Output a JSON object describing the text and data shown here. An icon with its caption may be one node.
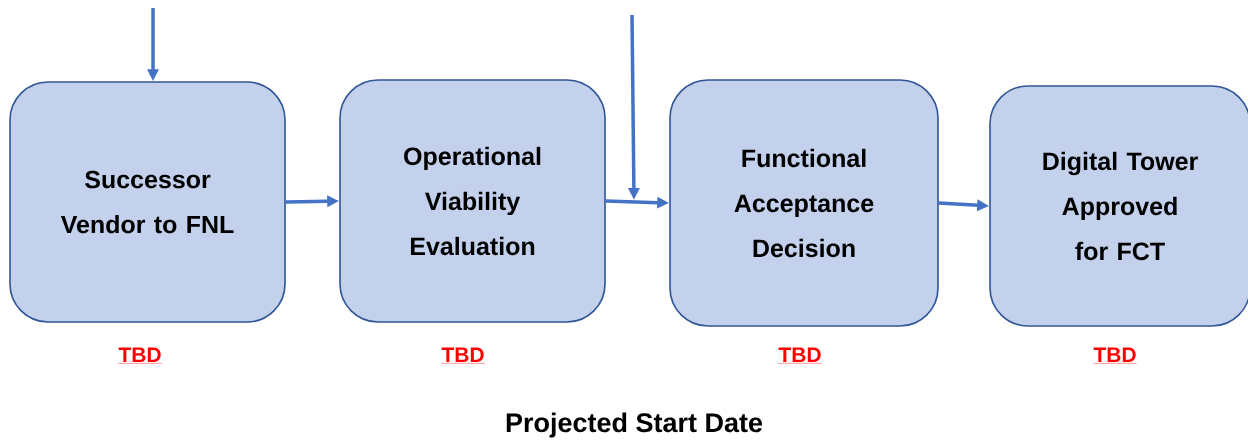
{
  "diagram": {
    "nodes": [
      {
        "text": [
          "Successor Vendor to FNL"
        ],
        "beside": [
          "TBD"
        ]
      },
      {
        "text": [
          "Operational Viability Evaluation"
        ],
        "beside": [
          "TBD"
        ]
      },
      {
        "text": [
          "Functional Acceptance Decision"
        ],
        "beside": [
          "TBD"
        ]
      },
      {
        "text": [
          "Digital Tower Approved for FCT"
        ],
        "beside": [
          "TBD"
        ]
      }
    ],
    "edges": [
      {
        "from": null,
        "to": 0,
        "arrow": "to"
      },
      {
        "from": 0,
        "to": 1,
        "arrow": "to"
      },
      {
        "from": 1,
        "to": 2,
        "arrow": "to"
      },
      {
        "from": null,
        "to": 2,
        "arrow": "to"
      },
      {
        "from": 2,
        "to": 3,
        "arrow": "to"
      }
    ],
    "labels": [
      "Projected Start Date"
    ]
  }
}
